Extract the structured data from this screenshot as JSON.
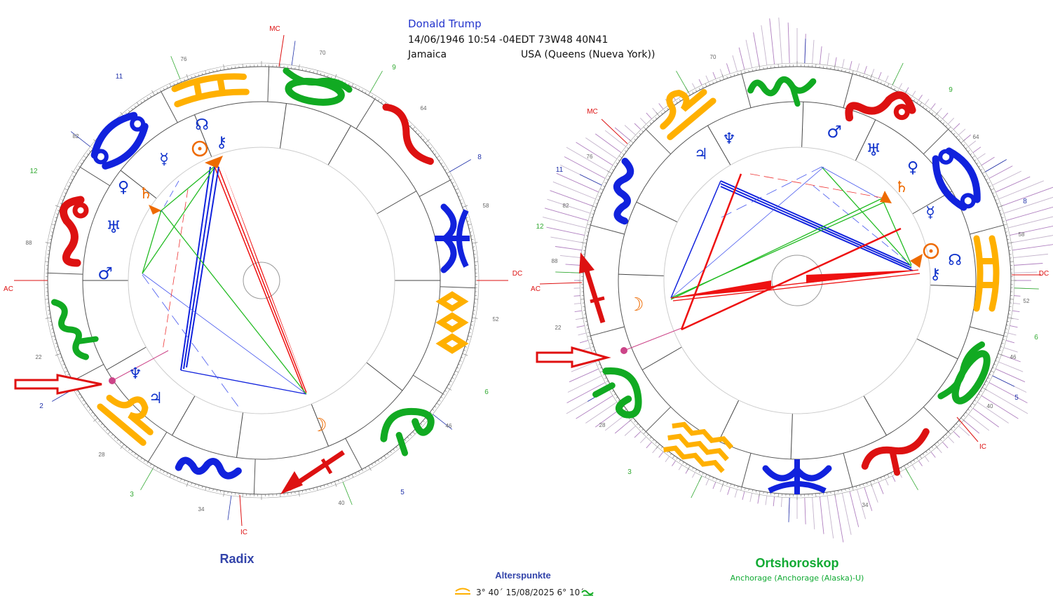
{
  "header": {
    "name": "Donald Trump",
    "datetime": "14/06/1946 10:54 -04EDT 73W48 40N41",
    "place": "Jamaica",
    "country": "USA (Queens (Nueva York))"
  },
  "colors": {
    "fire": "#dd1111",
    "earth": "#11aa22",
    "air": "#ffb000",
    "water": "#1122dd",
    "planet_blue": "#1133cc",
    "planet_orange": "#ee6a00",
    "aspect_red": "#ee1111",
    "aspect_blue": "#1122dd",
    "aspect_green": "#22bb22",
    "angle_red": "#dd1111",
    "house_green": "#33aa33",
    "house_blue": "#2233aa",
    "arrow_red": "#e01010",
    "age_point": "#cc4488",
    "title_blue": "#3344aa",
    "title_green": "#11aa33"
  },
  "left_chart": {
    "title": "Radix",
    "angles": {
      "mc": "MC",
      "ac": "AC",
      "dc": "DC",
      "ic": "IC"
    },
    "house_numbers": [
      "2",
      "3",
      "5",
      "6",
      "8",
      "9",
      "11",
      "12"
    ],
    "degree_labels": [
      "70",
      "64",
      "58",
      "52",
      "46",
      "40",
      "34",
      "28",
      "22",
      "88",
      "82",
      "76"
    ],
    "signs": [
      "gemini",
      "taurus",
      "aries",
      "pisces",
      "aquarius",
      "capricorn",
      "sagittarius",
      "scorpio",
      "libra",
      "virgo",
      "leo",
      "cancer"
    ],
    "planets": [
      "sun-icon",
      "moon-icon",
      "mercury-icon",
      "venus-icon",
      "mars-icon",
      "jupiter-icon",
      "saturn-icon",
      "uranus-icon",
      "neptune-icon",
      "node-icon",
      "chiron-icon"
    ]
  },
  "right_chart": {
    "title": "Ortshoroskop",
    "subtitle": "Anchorage (Anchorage (Alaska)-U)",
    "angles": {
      "mc": "MC",
      "ac": "AC",
      "dc": "DC",
      "ic": "IC"
    },
    "house_numbers": [
      "3",
      "5",
      "6",
      "8",
      "9",
      "11",
      "12"
    ],
    "degree_labels": [
      "70",
      "64",
      "58",
      "52",
      "46",
      "40",
      "34",
      "28",
      "22",
      "88",
      "82",
      "76"
    ],
    "signs": [
      "taurus",
      "leo",
      "cancer",
      "gemini",
      "virgo",
      "scorpio",
      "aquarius",
      "pisces",
      "capricorn",
      "sagittarius",
      "aries",
      "libra"
    ]
  },
  "footer": {
    "heading": "Alterspunkte",
    "value": "3° 40´ 15/08/2025 6° 10´"
  }
}
